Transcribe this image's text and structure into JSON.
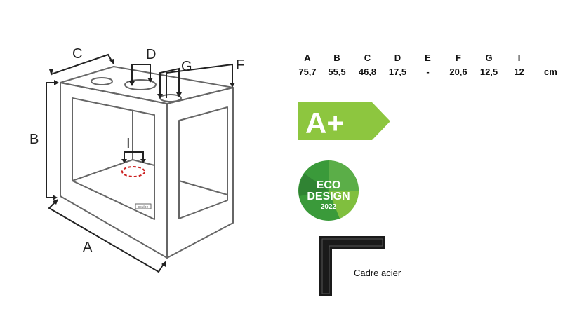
{
  "diagram": {
    "labels": {
      "a": "A",
      "b": "B",
      "c": "C",
      "d": "D",
      "f": "F",
      "g": "G",
      "i": "I"
    },
    "plate_text": "sculpe"
  },
  "dimensions": {
    "headers": [
      "A",
      "B",
      "C",
      "D",
      "E",
      "F",
      "G",
      "I"
    ],
    "values": [
      "75,7",
      "55,5",
      "46,8",
      "17,5",
      "-",
      "20,6",
      "12,5",
      "12"
    ],
    "unit": "cm"
  },
  "energy_label": {
    "text": "A+",
    "color": "#8dc63f"
  },
  "eco_badge": {
    "line1": "ECO",
    "line2": "DESIGN",
    "year": "2022",
    "color": "#3a9a3a"
  },
  "frame": {
    "caption": "Cadre acier",
    "color": "#1a1a1a"
  }
}
